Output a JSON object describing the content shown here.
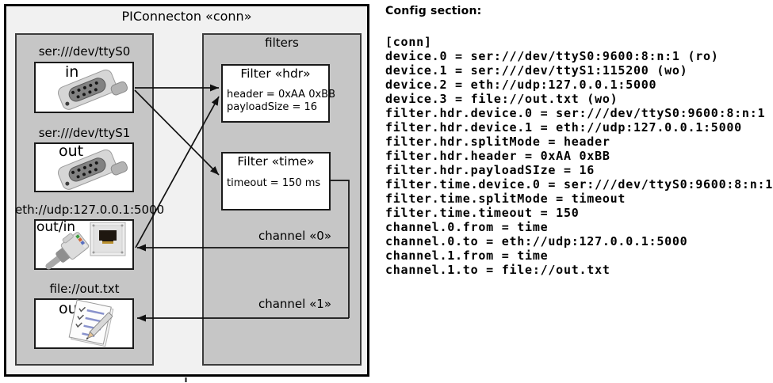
{
  "diagram": {
    "title": "PIConnecton «conn»",
    "devices_group": {
      "devices": [
        {
          "label": "ser:///dev/ttyS0",
          "port": "in",
          "icon": "serial-connector"
        },
        {
          "label": "ser:///dev/ttyS1",
          "port": "out",
          "icon": "serial-connector"
        },
        {
          "label": "eth://udp:127.0.0.1:5000",
          "port": "out/in",
          "icon": "ethernet-connector"
        },
        {
          "label": "file://out.txt",
          "port": "out",
          "icon": "notepad"
        }
      ]
    },
    "filters_group": {
      "title": "filters",
      "filters": [
        {
          "title": "Filter «hdr»",
          "properties": [
            "header = 0xAA 0xBB",
            "payloadSize = 16"
          ]
        },
        {
          "title": "Filter «time»",
          "properties": [
            "timeout = 150 ms"
          ]
        }
      ]
    },
    "channels": [
      {
        "label": "channel «0»"
      },
      {
        "label": "channel «1»"
      }
    ],
    "colors": {
      "outer_fill": "#f1f1f1",
      "group_fill": "#c6c6c6",
      "box_fill": "#ffffff",
      "line": "#111111"
    }
  },
  "config": {
    "heading": "Config section:",
    "lines": [
      "[conn]",
      "device.0 = ser:///dev/ttyS0:9600:8:n:1 (ro)",
      "device.1 = ser:///dev/ttyS1:115200 (wo)",
      "device.2 = eth://udp:127.0.0.1:5000",
      "device.3 = file://out.txt (wo)",
      "filter.hdr.device.0 = ser:///dev/ttyS0:9600:8:n:1",
      "filter.hdr.device.1 = eth://udp:127.0.0.1:5000",
      "filter.hdr.splitMode = header",
      "filter.hdr.header = 0xAA 0xBB",
      "filter.hdr.payloadSIze = 16",
      "filter.time.device.0 = ser:///dev/ttyS0:9600:8:n:1",
      "filter.time.splitMode = timeout",
      "filter.time.timeout = 150",
      "channel.0.from = time",
      "channel.0.to = eth://udp:127.0.0.1:5000",
      "channel.1.from = time",
      "channel.1.to = file://out.txt"
    ]
  }
}
